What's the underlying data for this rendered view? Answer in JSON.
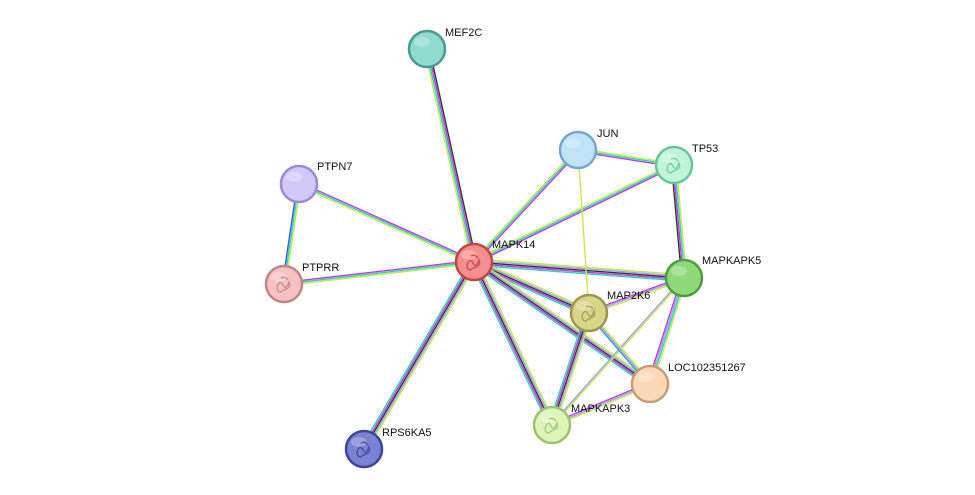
{
  "nodes": [
    {
      "id": "MEF2C",
      "label": "MEF2C",
      "color": "#8edbd0",
      "stroke": "#4a9a90",
      "glyph": false
    },
    {
      "id": "JUN",
      "label": "JUN",
      "color": "#bfe3f7",
      "stroke": "#74a8cc",
      "glyph": false
    },
    {
      "id": "TP53",
      "label": "TP53",
      "color": "#bff5d8",
      "stroke": "#6cc49a",
      "glyph": true
    },
    {
      "id": "PTPN7",
      "label": "PTPN7",
      "color": "#d4c8fb",
      "stroke": "#9a8ad0",
      "glyph": false
    },
    {
      "id": "MAPK14",
      "label": "MAPK14",
      "color": "#f58f8f",
      "stroke": "#c24444",
      "glyph": true
    },
    {
      "id": "PTPRR",
      "label": "PTPRR",
      "color": "#f6c2c4",
      "stroke": "#c28487",
      "glyph": true
    },
    {
      "id": "MAPKAPK5",
      "label": "MAPKAPK5",
      "color": "#8fd97b",
      "stroke": "#4f9c40",
      "glyph": false
    },
    {
      "id": "MAP2K6",
      "label": "MAP2K6",
      "color": "#d8d48a",
      "stroke": "#9c974a",
      "glyph": true
    },
    {
      "id": "LOC102351267",
      "label": "LOC102351267",
      "color": "#fbd8b9",
      "stroke": "#c79c76",
      "glyph": false
    },
    {
      "id": "MAPKAPK3",
      "label": "MAPKAPK3",
      "color": "#dcf4b8",
      "stroke": "#9cc274",
      "glyph": true
    },
    {
      "id": "RPS6KA5",
      "label": "RPS6KA5",
      "color": "#7b82d3",
      "stroke": "#3f4696",
      "glyph": true
    }
  ],
  "edges": [
    {
      "source": "MAPK14",
      "target": "MEF2C",
      "colors": [
        "#c6e84f",
        "#2ad4c4",
        "#c23bd4",
        "#333333"
      ]
    },
    {
      "source": "MAPK14",
      "target": "JUN",
      "colors": [
        "#c6e84f",
        "#2ad4c4",
        "#c23bd4"
      ]
    },
    {
      "source": "MAPK14",
      "target": "TP53",
      "colors": [
        "#c6e84f",
        "#2ad4c4",
        "#c23bd4"
      ]
    },
    {
      "source": "MAPK14",
      "target": "PTPN7",
      "colors": [
        "#c6e84f",
        "#2ad4c4",
        "#c23bd4"
      ]
    },
    {
      "source": "MAPK14",
      "target": "PTPRR",
      "colors": [
        "#c6e84f",
        "#2ad4c4",
        "#c23bd4"
      ]
    },
    {
      "source": "MAPK14",
      "target": "MAPKAPK5",
      "colors": [
        "#c6e84f",
        "#9aa3f0",
        "#333333",
        "#c23bd4",
        "#2ad4c4"
      ]
    },
    {
      "source": "MAPK14",
      "target": "MAP2K6",
      "colors": [
        "#c6e84f",
        "#9aa3f0",
        "#333333",
        "#c23bd4",
        "#2ad4c4"
      ]
    },
    {
      "source": "MAPK14",
      "target": "LOC102351267",
      "colors": [
        "#c6e84f",
        "#9aa3f0",
        "#333333",
        "#c23bd4",
        "#2ad4c4"
      ]
    },
    {
      "source": "MAPK14",
      "target": "MAPKAPK3",
      "colors": [
        "#c6e84f",
        "#9aa3f0",
        "#333333",
        "#c23bd4",
        "#2ad4c4"
      ]
    },
    {
      "source": "MAPK14",
      "target": "RPS6KA5",
      "colors": [
        "#c6e84f",
        "#9aa3f0",
        "#333333",
        "#c23bd4",
        "#2ad4c4"
      ]
    },
    {
      "source": "PTPN7",
      "target": "PTPRR",
      "colors": [
        "#c6e84f",
        "#2ad4c4",
        "#3f5ad4"
      ]
    },
    {
      "source": "JUN",
      "target": "TP53",
      "colors": [
        "#c6e84f",
        "#2ad4c4",
        "#c23bd4"
      ]
    },
    {
      "source": "JUN",
      "target": "MAP2K6",
      "colors": [
        "#c6e84f"
      ]
    },
    {
      "source": "TP53",
      "target": "MAPKAPK5",
      "colors": [
        "#c6e84f",
        "#2ad4c4",
        "#c23bd4",
        "#333333"
      ]
    },
    {
      "source": "MAPKAPK5",
      "target": "MAP2K6",
      "colors": [
        "#c6e84f",
        "#9aa3f0",
        "#c23bd4"
      ]
    },
    {
      "source": "MAPKAPK5",
      "target": "LOC102351267",
      "colors": [
        "#c6e84f",
        "#2ad4c4",
        "#9aa3f0",
        "#c23bd4"
      ]
    },
    {
      "source": "MAPKAPK5",
      "target": "MAPKAPK3",
      "colors": [
        "#c6e84f",
        "#9aa3f0"
      ]
    },
    {
      "source": "MAP2K6",
      "target": "LOC102351267",
      "colors": [
        "#c6e84f",
        "#9aa3f0",
        "#2a9cd4"
      ]
    },
    {
      "source": "MAP2K6",
      "target": "MAPKAPK3",
      "colors": [
        "#c6e84f",
        "#9aa3f0",
        "#333333",
        "#c23bd4",
        "#2ad4c4"
      ]
    },
    {
      "source": "LOC102351267",
      "target": "MAPKAPK3",
      "colors": [
        "#c6e84f",
        "#9aa3f0",
        "#c23bd4"
      ]
    }
  ]
}
